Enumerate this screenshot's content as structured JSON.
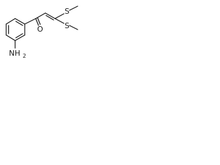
{
  "molecule": {
    "atoms": {
      "sulfur_top": "S",
      "sulfur_bottom": "S",
      "oxygen": "O",
      "amine": "NH2"
    },
    "amine_display": {
      "main": "NH",
      "subscript": "2"
    }
  }
}
